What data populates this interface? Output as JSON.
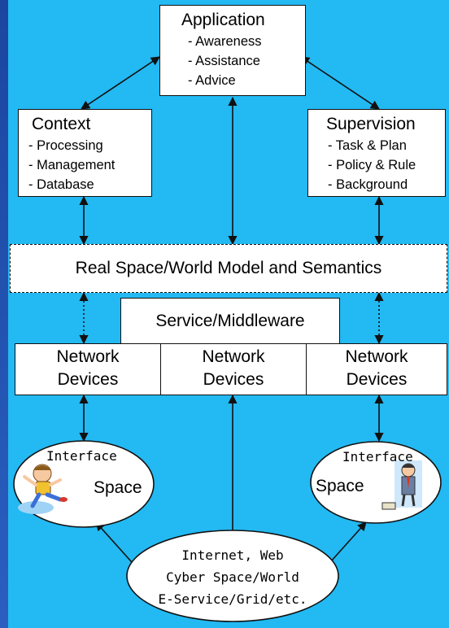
{
  "application": {
    "title": "Application",
    "items": [
      "- Awareness",
      "- Assistance",
      "- Advice"
    ]
  },
  "context": {
    "title": "Context",
    "items": [
      "- Processing",
      "- Management",
      "- Database"
    ]
  },
  "supervision": {
    "title": "Supervision",
    "items": [
      "- Task & Plan",
      "- Policy & Rule",
      "- Background"
    ]
  },
  "world_model": {
    "label": "Real Space/World Model and Semantics"
  },
  "middleware": {
    "label": "Service/Middleware"
  },
  "network_devices": [
    {
      "line1": "Network",
      "line2": "Devices"
    },
    {
      "line1": "Network",
      "line2": "Devices"
    },
    {
      "line1": "Network",
      "line2": "Devices"
    }
  ],
  "interface_left": {
    "line1": "Interface",
    "line2": "Space"
  },
  "interface_right": {
    "line1": "Interface",
    "line2": "Space"
  },
  "internet": {
    "lines": [
      "Internet, Web",
      "Cyber Space/World",
      "E-Service/Grid/etc."
    ]
  },
  "colors": {
    "background": "#23b9f2",
    "frame": "#1b46a0",
    "box": "#ffffff",
    "line": "#111111"
  }
}
